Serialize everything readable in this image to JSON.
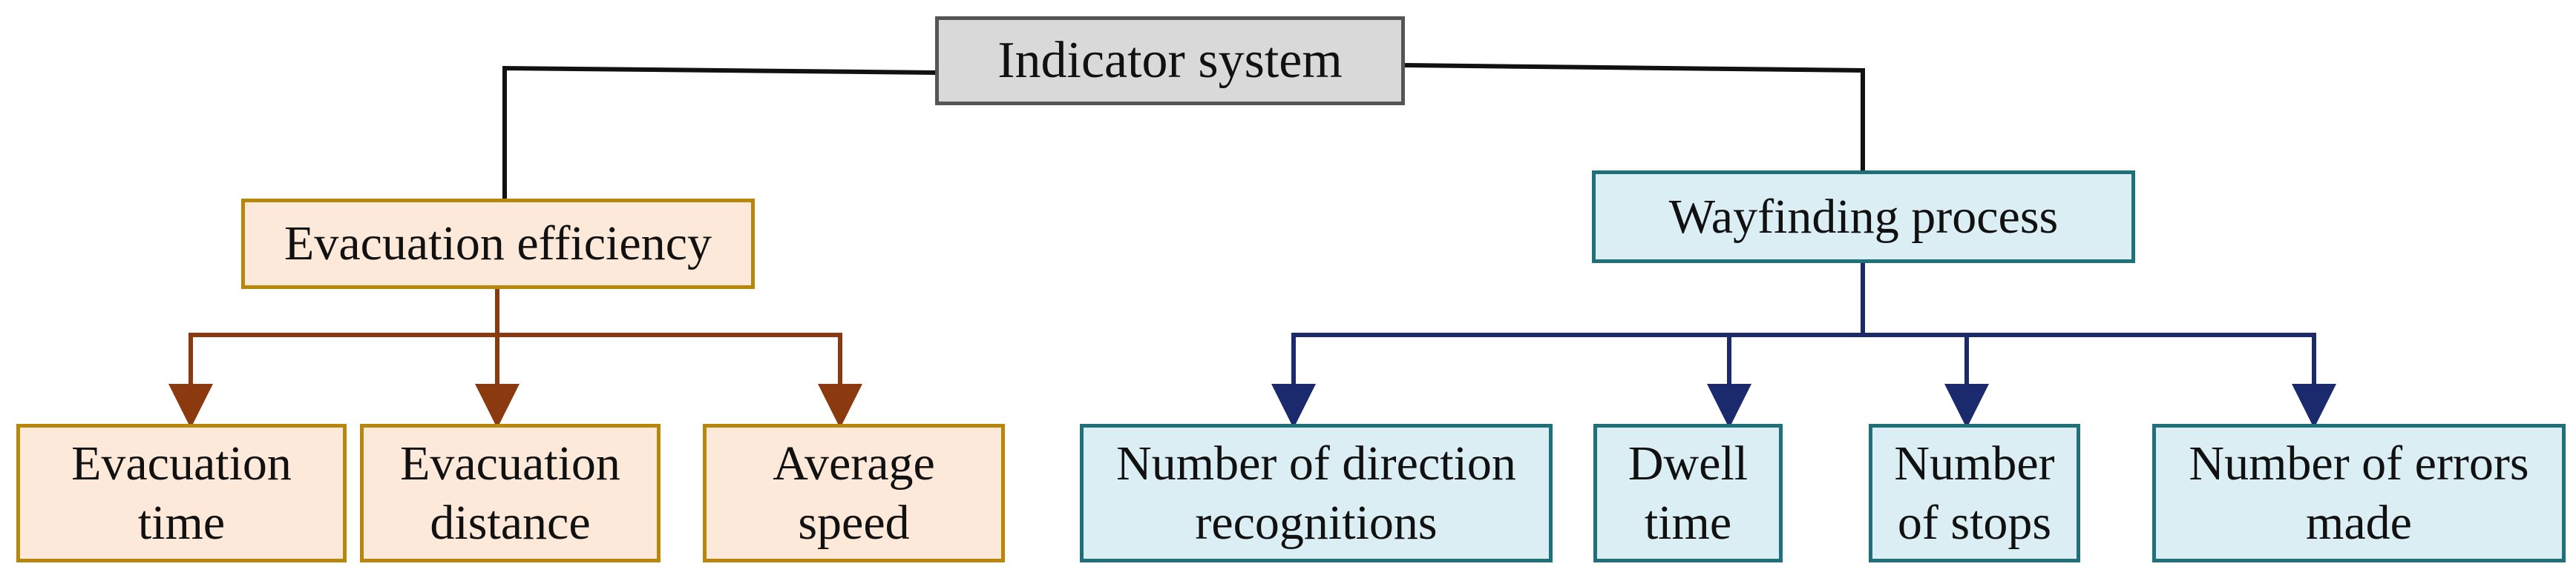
{
  "diagram": {
    "root": {
      "label": "Indicator system"
    },
    "categories": [
      {
        "label": "Evacuation efficiency",
        "children": [
          {
            "label": "Evacuation\ntime"
          },
          {
            "label": "Evacuation\ndistance"
          },
          {
            "label": "Average\nspeed"
          }
        ]
      },
      {
        "label": "Wayfinding process",
        "children": [
          {
            "label": "Number of direction\nrecognitions"
          },
          {
            "label": "Dwell\ntime"
          },
          {
            "label": "Number\nof stops"
          },
          {
            "label": "Number of errors\nmade"
          }
        ]
      }
    ],
    "colors": {
      "root_fill": "#d9d9d9",
      "root_border": "#555555",
      "efficiency_fill": "#fde9d9",
      "efficiency_border": "#b8860b",
      "efficiency_arrow": "#8b3a0f",
      "wayfinding_fill": "#daeef3",
      "wayfinding_border": "#1f7078",
      "wayfinding_arrow": "#1a2a6c",
      "connector": "#111111"
    }
  }
}
